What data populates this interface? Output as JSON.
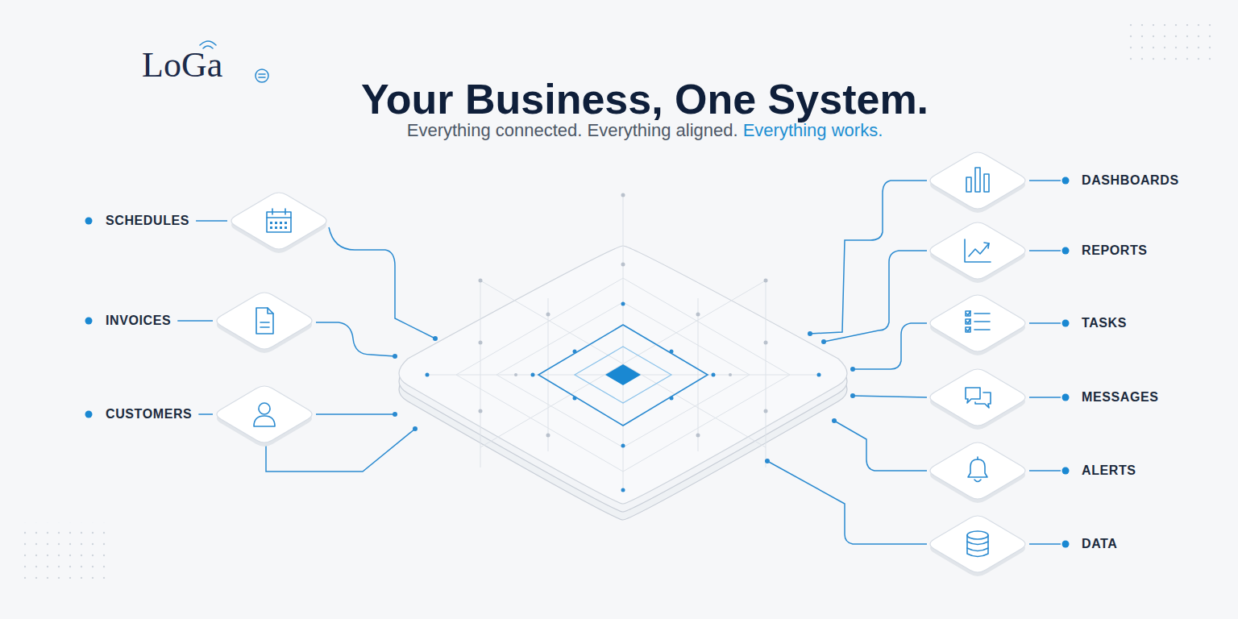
{
  "diagram": {
    "title": "Your Business, One System.",
    "nodes": [
      {
        "text": [
          "SCHEDULES"
        ]
      },
      {
        "text": [
          "INVOICES"
        ]
      },
      {
        "text": [
          "CUSTOMERS"
        ]
      },
      {
        "text": [
          "DASHBOARDS"
        ]
      },
      {
        "text": [
          "REPORTS"
        ]
      },
      {
        "text": [
          "TASKS"
        ]
      },
      {
        "text": [
          "MESSAGES"
        ]
      },
      {
        "text": [
          "ALERTS"
        ]
      },
      {
        "text": [
          "DATA"
        ]
      }
    ],
    "labels": [
      "LoGa",
      "Everything connected. Everything aligned.",
      "Everything works."
    ]
  }
}
